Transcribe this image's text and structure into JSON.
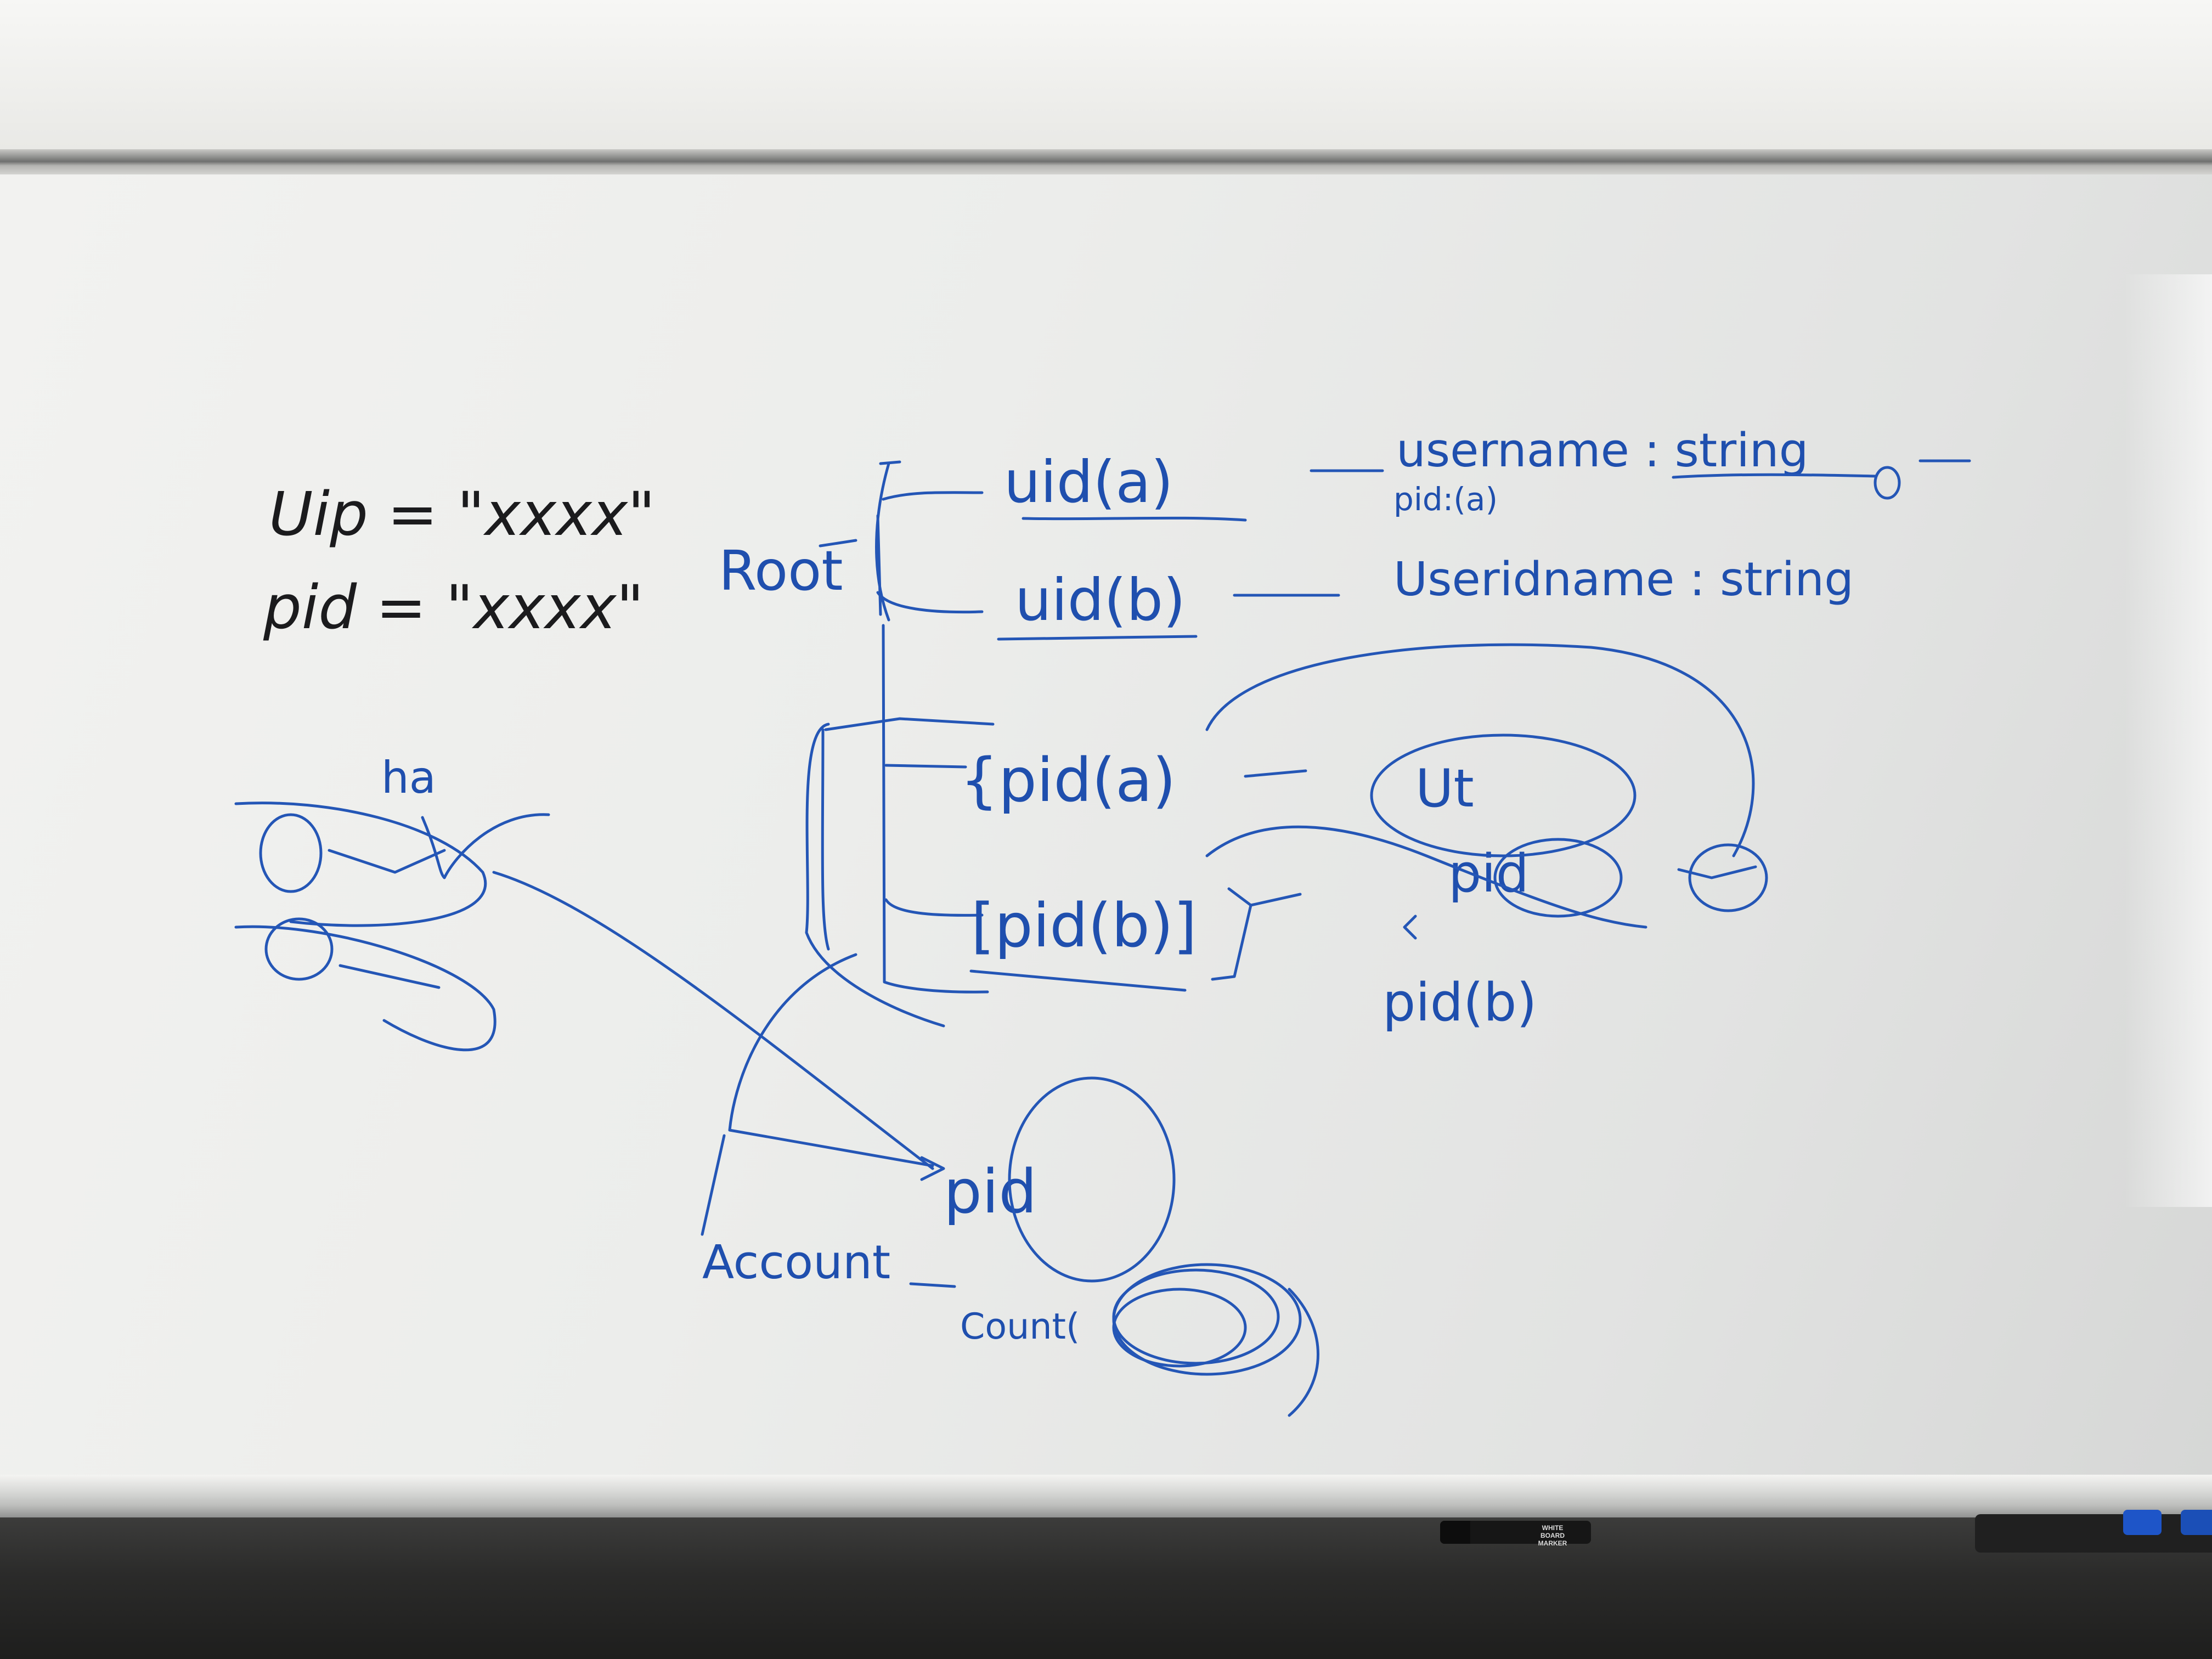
{
  "whiteboard": {
    "variables": {
      "uip_line": "Uip = \"xxxx\"",
      "pid_line": "pid = \"xxxx\""
    },
    "tree": {
      "root_label": "Root",
      "uid_a": "uid(a)",
      "uid_a_field": "username : string",
      "uid_a_subfield": "pid:(a)",
      "uid_b": "uid(b)",
      "uid_b_field": "Useridname : string",
      "pid_a": "{pid(a)",
      "pid_b": "[pid(b)]",
      "pid_a_child_ut": "Ut",
      "pid_a_child_pid": "pid",
      "pid_b_child": "pid(b)"
    },
    "left_sketch": {
      "label": "ha"
    },
    "bottom_sketch": {
      "pid_label": "pid",
      "account_label": "Account",
      "count_label": "Count("
    }
  },
  "tray": {
    "marker_brand": "WHITE BOARD MARKER"
  },
  "colors": {
    "board": "#ecedeb",
    "blue_ink": "#2456b6",
    "black_ink": "#1d1d20",
    "frame": "#6f706f"
  }
}
